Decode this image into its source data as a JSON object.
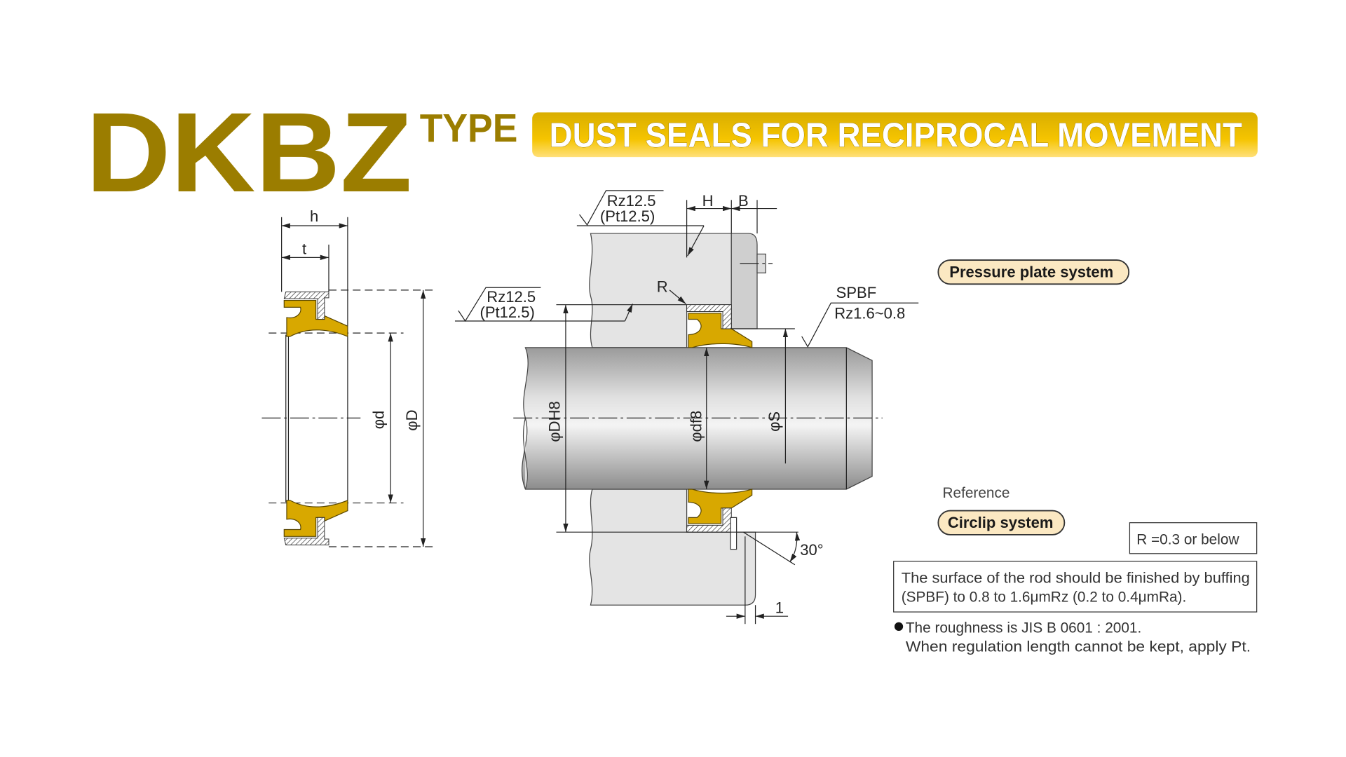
{
  "title": {
    "model": "DKBZ",
    "suffix": "TYPE",
    "banner": "DUST SEALS FOR RECIPROCAL MOVEMENT"
  },
  "colors": {
    "brand": "#9b7d00",
    "banner_top": "#dcb000",
    "banner_bottom": "#ffd64a",
    "seal": "#d8a800",
    "pill": "#fbe8c2"
  },
  "seal_drawing": {
    "h": "h",
    "t": "t",
    "d": "φd",
    "D": "φD"
  },
  "assembly": {
    "roughness_top_1": "Rz12.5",
    "roughness_top_2": "(Pt12.5)",
    "roughness_left_1": "Rz12.5",
    "roughness_left_2": "(Pt12.5)",
    "H": "H",
    "B": "B",
    "R": "R",
    "spbf": "SPBF",
    "spbf_value": "Rz1.6~0.8",
    "DH8": "φDH8",
    "df8": "φdf8",
    "S": "φS",
    "angle": "30°",
    "gap": "1"
  },
  "legend": {
    "pressure_plate": "Pressure plate system",
    "reference": "Reference",
    "circlip": "Circlip system",
    "r_note": "R =0.3 or below",
    "surface_note_1": "The surface of the rod should be finished by buffing",
    "surface_note_2": "(SPBF) to 0.8 to 1.6μmRz (0.2 to 0.4μmRa).",
    "bullet_1": "The roughness is JIS B 0601 : 2001.",
    "bullet_2": "When regulation length cannot be kept, apply Pt."
  }
}
